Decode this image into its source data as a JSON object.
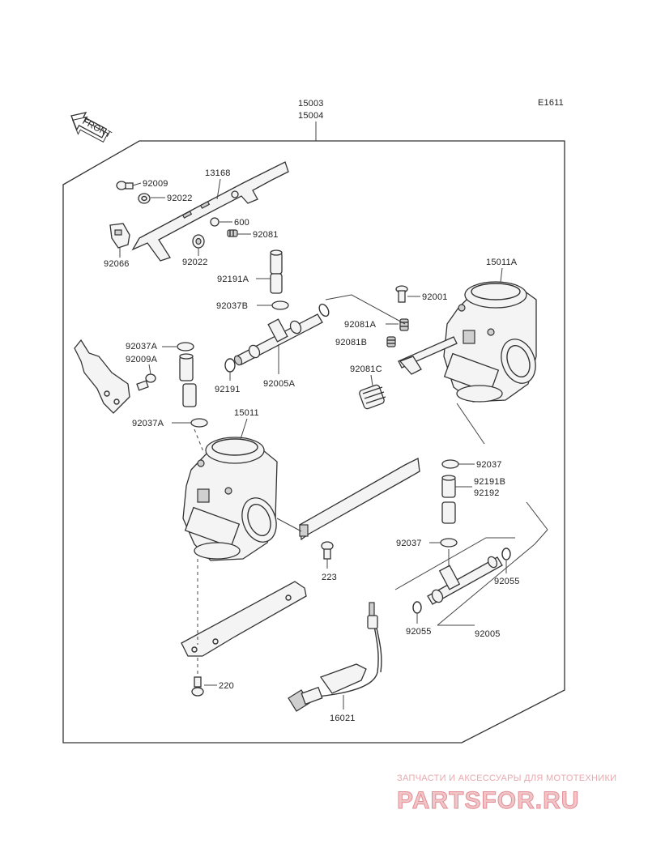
{
  "diagram_code": "E1611",
  "front_label": "FRONT",
  "assembly_labels": [
    "15003",
    "15004"
  ],
  "parts": {
    "p13168": "13168",
    "p92009": "92009",
    "p92022_top": "92022",
    "p600": "600",
    "p92081": "92081",
    "p92066": "92066",
    "p92022_bottom": "92022",
    "p92191A": "92191A",
    "p92037B": "92037B",
    "p92037A_top": "92037A",
    "p92009A": "92009A",
    "p92191": "92191",
    "p92005A": "92005A",
    "p92037A_mid": "92037A",
    "p15011": "15011",
    "p15011A": "15011A",
    "p92001": "92001",
    "p92081A": "92081A",
    "p92081B": "92081B",
    "p92081C": "92081C",
    "p92037": "92037",
    "p92191B": "92191B",
    "p92192": "92192",
    "p92037_lower": "92037",
    "p92055_right": "92055",
    "p223": "223",
    "p92055_left": "92055",
    "p92005": "92005",
    "p220": "220",
    "p16021": "16021"
  },
  "watermark": {
    "tagline": "ЗАПЧАСТИ И АКСЕССУАРЫ ДЛЯ МОТОТЕХНИКИ",
    "brand": "PARTSFOR.RU"
  }
}
